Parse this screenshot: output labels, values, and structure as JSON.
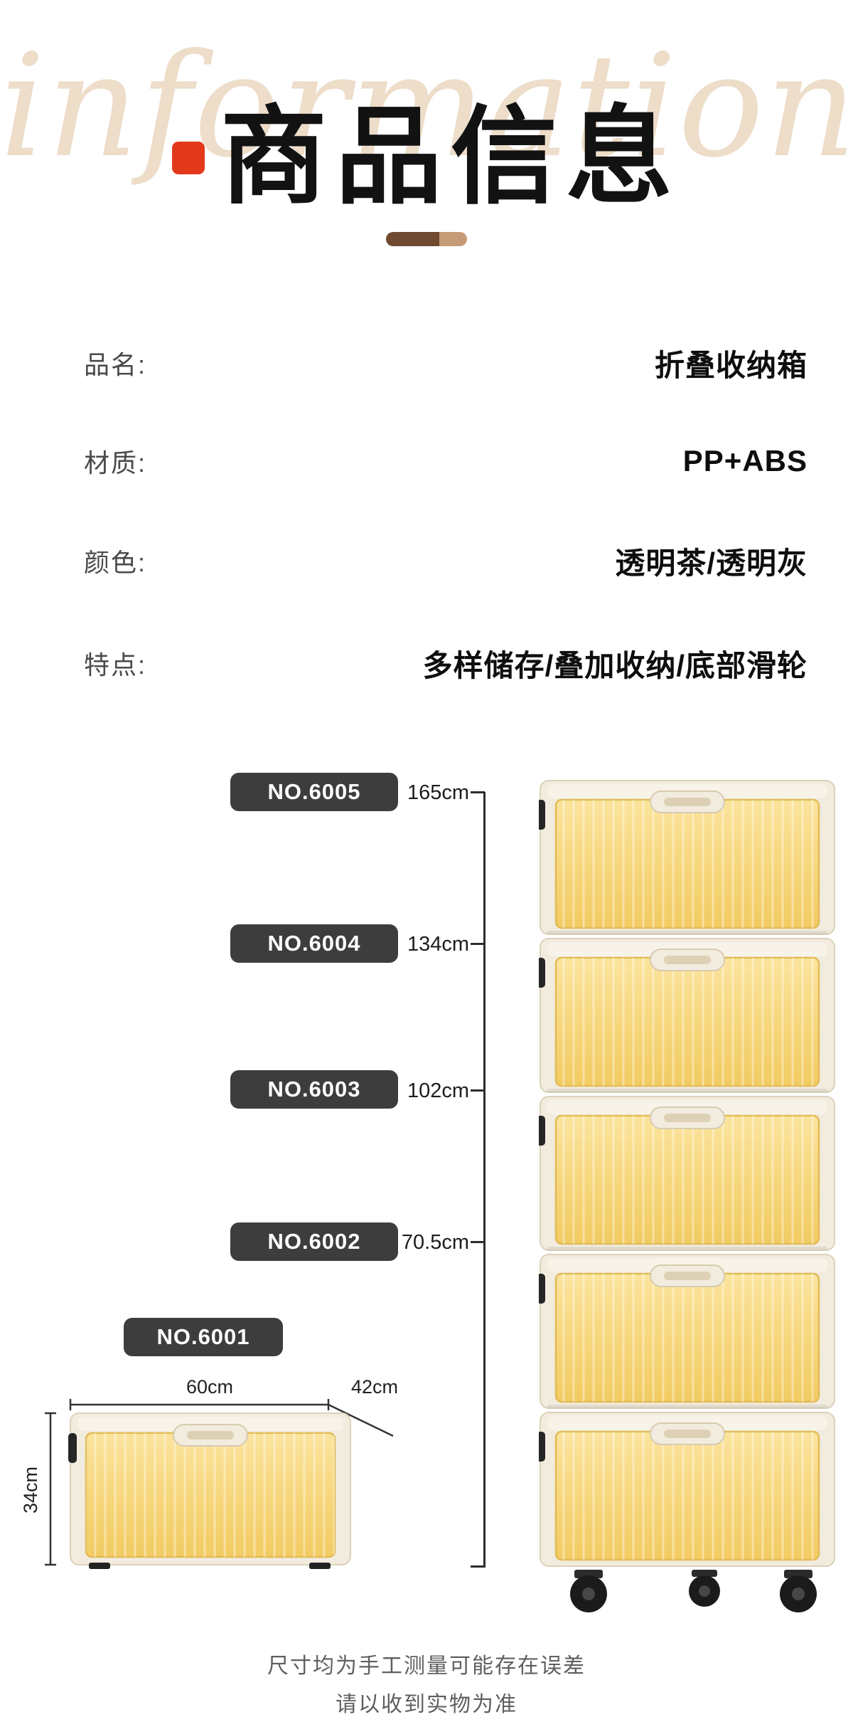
{
  "header": {
    "watermark": "information",
    "title": "商品信息",
    "accent_color": "#e2391b"
  },
  "specs": {
    "rows": [
      {
        "label": "品名:",
        "value": "折叠收纳箱"
      },
      {
        "label": "材质:",
        "value": "PP+ABS"
      },
      {
        "label": "颜色:",
        "value": "透明茶/透明灰"
      },
      {
        "label": "特点:",
        "value": "多样储存/叠加收纳/底部滑轮"
      }
    ]
  },
  "size_chart": {
    "models": [
      {
        "no": "NO.6005",
        "height": "165cm"
      },
      {
        "no": "NO.6004",
        "height": "134cm"
      },
      {
        "no": "NO.6003",
        "height": "102cm"
      },
      {
        "no": "NO.6002",
        "height": "70.5cm"
      },
      {
        "no": "NO.6001",
        "height": ""
      }
    ],
    "box_dimensions": {
      "width": "60cm",
      "depth": "42cm",
      "height": "34cm"
    },
    "colors": {
      "frame": "#f2ecdf",
      "panel": "#f6d77c",
      "badge": "#3d3d3d"
    }
  },
  "footer": {
    "note_line1": "尺寸均为手工测量可能存在误差",
    "note_line2": "请以收到实物为准"
  }
}
